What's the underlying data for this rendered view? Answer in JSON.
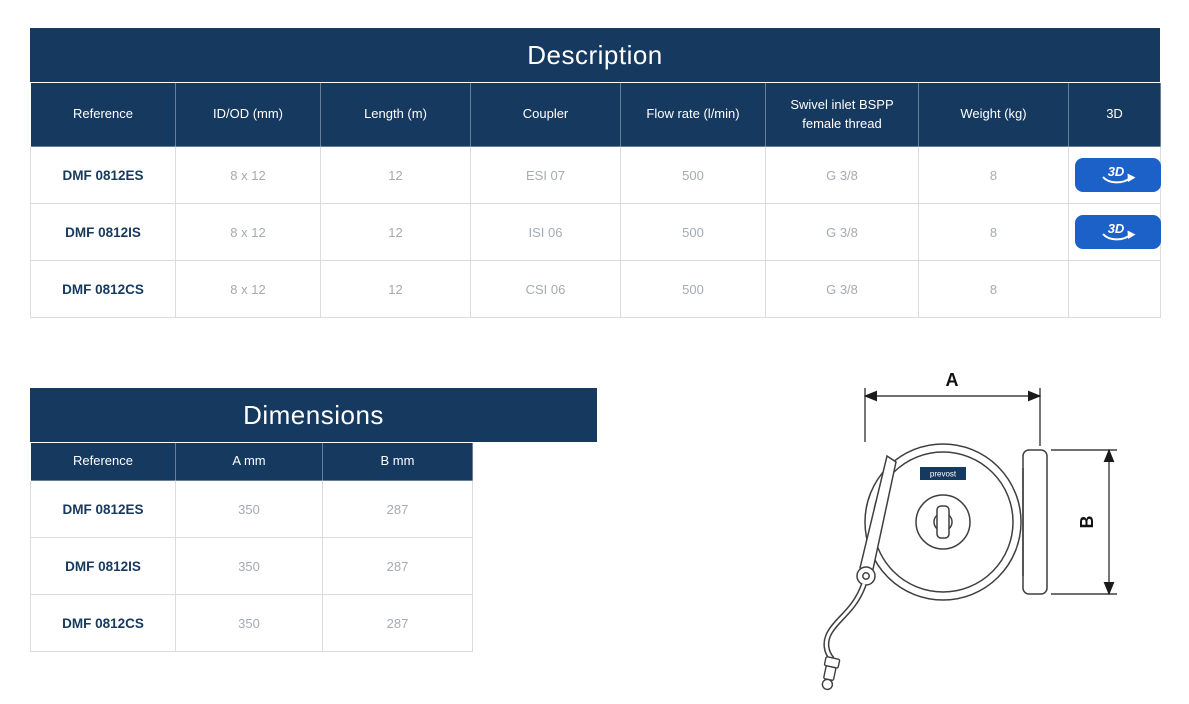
{
  "description": {
    "title": "Description",
    "columns": [
      "Reference",
      "ID/OD (mm)",
      "Length (m)",
      "Coupler",
      "Flow rate (l/min)",
      "Swivel inlet BSPP female thread",
      "Weight (kg)",
      "3D"
    ],
    "button_3d": "3D",
    "rows": [
      {
        "reference": "DMF 0812ES",
        "id_od": "8 x 12",
        "length": "12",
        "coupler": "ESI 07",
        "flow_rate": "500",
        "swivel": "G 3/8",
        "weight": "8",
        "has_3d": true
      },
      {
        "reference": "DMF 0812IS",
        "id_od": "8 x 12",
        "length": "12",
        "coupler": "ISI 06",
        "flow_rate": "500",
        "swivel": "G 3/8",
        "weight": "8",
        "has_3d": true
      },
      {
        "reference": "DMF 0812CS",
        "id_od": "8 x 12",
        "length": "12",
        "coupler": "CSI 06",
        "flow_rate": "500",
        "swivel": "G 3/8",
        "weight": "8",
        "has_3d": false
      }
    ]
  },
  "dimensions": {
    "title": "Dimensions",
    "columns": [
      "Reference",
      "A mm",
      "B mm"
    ],
    "rows": [
      {
        "reference": "DMF 0812ES",
        "a_mm": "350",
        "b_mm": "287"
      },
      {
        "reference": "DMF 0812IS",
        "a_mm": "350",
        "b_mm": "287"
      },
      {
        "reference": "DMF 0812CS",
        "a_mm": "350",
        "b_mm": "287"
      }
    ]
  },
  "drawing": {
    "dim_label_a": "A",
    "dim_label_b": "B",
    "logo": "prevost"
  },
  "colors": {
    "header_navy": "#16395f",
    "button_blue": "#1b61c8",
    "cell_text_gray": "#a4abb2",
    "border_gray": "#d9dde0"
  }
}
